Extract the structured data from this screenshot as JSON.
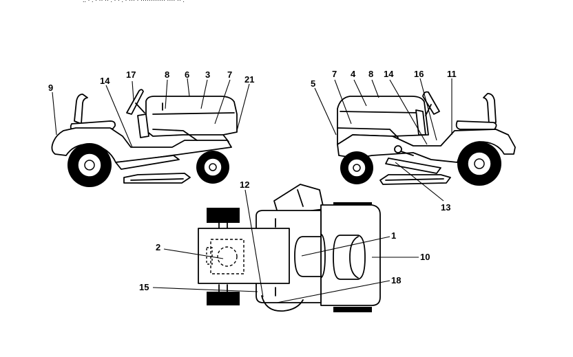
{
  "header_text": ".. · . · ·· ·· . · · . · ··· · ············ ···· ·· .",
  "left_view": {
    "callouts": {
      "c9": "9",
      "c14": "14",
      "c17": "17",
      "c8": "8",
      "c6": "6",
      "c3": "3",
      "c7": "7",
      "c21": "21"
    }
  },
  "right_view": {
    "callouts": {
      "c5": "5",
      "c7": "7",
      "c4": "4",
      "c8": "8",
      "c14": "14",
      "c16": "16",
      "c11": "11",
      "c13": "13"
    }
  },
  "top_view": {
    "callouts": {
      "c12": "12",
      "c2": "2",
      "c1": "1",
      "c10": "10",
      "c15": "15",
      "c18": "18"
    }
  }
}
